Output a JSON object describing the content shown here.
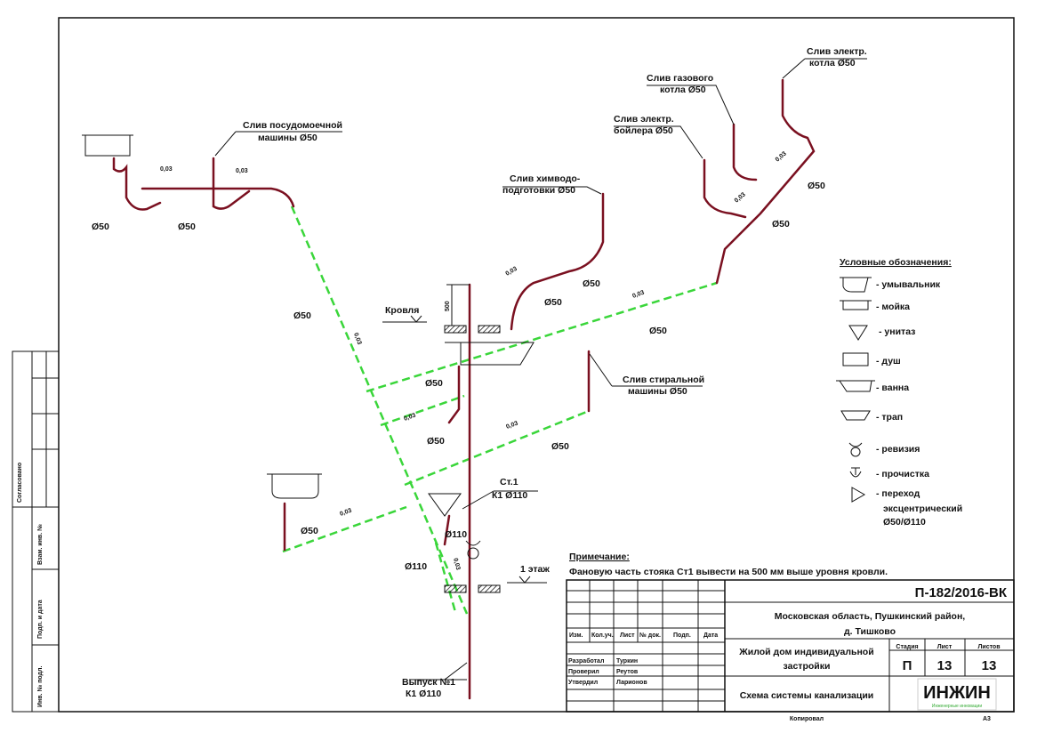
{
  "drawing": {
    "title": "Схема системы канализации",
    "code": "П-182/2016-ВК",
    "location_line1": "Московская область, Пушкинский район,",
    "location_line2": "д. Тишково",
    "object_line1": "Жилой дом индивидуальной",
    "object_line2": "застройки",
    "stage_label": "Стадия",
    "sheet_label": "Лист",
    "sheets_label": "Листов",
    "stage": "П",
    "sheet": "13",
    "sheets": "13",
    "copied": "Копировал",
    "format": "А3",
    "logo": "ИНЖИН",
    "logo_sub": "Инженерные инновации"
  },
  "stamp": {
    "headers": [
      "Изм.",
      "Кол.уч.",
      "Лист",
      "№ док.",
      "Подп.",
      "Дата"
    ],
    "roles": [
      {
        "role": "Разработал",
        "name": "Туркин"
      },
      {
        "role": "Проверил",
        "name": "Реутов"
      },
      {
        "role": "Утвердил",
        "name": "Ларионов"
      }
    ]
  },
  "side_strip": [
    "Согласовано",
    "Взам. инв. №",
    "Подп. и дата",
    "Инв. № подл."
  ],
  "note": {
    "title": "Примечание:",
    "text": "Фановую часть стояка Ст1 вывести на 500 мм выше уровня кровли."
  },
  "legend": {
    "title": "Условные обозначения:",
    "items": [
      "- умывальник",
      "- мойка",
      "- унитаз",
      "- душ",
      "- ванна",
      "- трап",
      "- ревизия",
      "- прочистка",
      "- переход",
      "эксцентрический",
      "Ø50/Ø110"
    ]
  },
  "labels": {
    "dishwasher1": "Слив посудомоечной",
    "dishwasher2": "машины  Ø50",
    "chem1": "Слив химводо-",
    "chem2": "подготовки Ø50",
    "gas1": "Слив газового",
    "gas2": "котла Ø50",
    "elboiler1": "Слив электр.",
    "elboiler2": "котла Ø50",
    "boiler1": "Слив электр.",
    "boiler2": "бойлера Ø50",
    "washer1": "Слив стиральной",
    "washer2": "машины  Ø50",
    "roof": "Кровля",
    "height": "500",
    "riser1": "Ст.1",
    "riser2": "К1 Ø110",
    "floor": "1 этаж",
    "outlet1": "Выпуск №1",
    "outlet2": "К1 Ø110",
    "d50": "Ø50",
    "d110": "Ø110",
    "slope": "0,03"
  },
  "colors": {
    "sewer_pipe": "#7a1020",
    "slope_pipe": "#3ad63a"
  }
}
